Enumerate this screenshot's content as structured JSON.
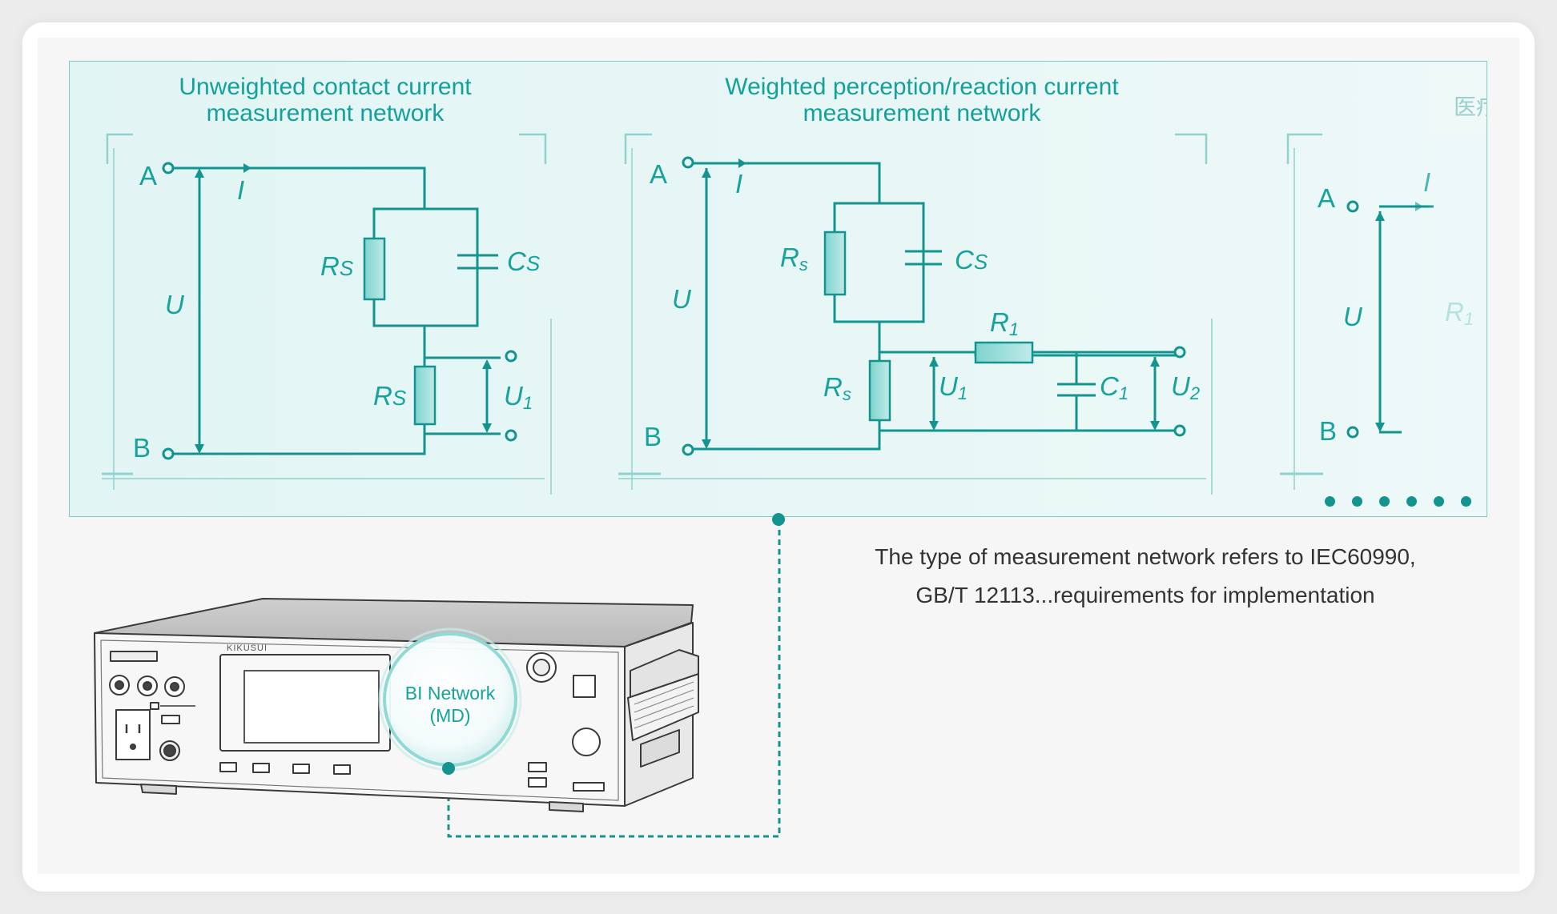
{
  "networks": [
    {
      "title_line1": "Unweighted contact current",
      "title_line2": "measurement network",
      "labels": {
        "a": "A",
        "b": "B",
        "i": "I",
        "u": "U",
        "rs_top": "R",
        "rs_top_sub": "S",
        "cs": "C",
        "cs_sub": "S",
        "rs_bottom": "R",
        "rs_bottom_sub": "S",
        "u1": "U",
        "u1_sub": "1"
      }
    },
    {
      "title_line1": "Weighted perception/reaction current",
      "title_line2": "measurement network",
      "labels": {
        "a": "A",
        "b": "B",
        "i": "I",
        "u": "U",
        "rs_top": "R",
        "rs_top_sub": "s",
        "cs": "C",
        "cs_sub": "S",
        "rs_bottom": "R",
        "rs_bottom_sub": "s",
        "r1": "R",
        "r1_sub": "1",
        "u1": "U",
        "u1_sub": "1",
        "c1": "C",
        "c1_sub": "1",
        "u2": "U",
        "u2_sub": "2"
      }
    },
    {
      "title_line1": "",
      "labels": {
        "a": "A",
        "b": "B",
        "i": "I",
        "u": "U",
        "r1": "R",
        "r1_sub": "1"
      }
    }
  ],
  "next_tab_label": "医疗",
  "carousel": {
    "count": 6,
    "active": 0
  },
  "description": {
    "line1": "The type of measurement network refers to IEC60990,",
    "line2": "GB/T 12113...requirements for implementation"
  },
  "instrument": {
    "brand": "KIKUSUI",
    "callout_line1": "BI Network",
    "callout_line2": "(MD)"
  },
  "colors": {
    "accent": "#17a29c",
    "wire": "#14948f",
    "panel_bg": "#e4f6f5",
    "panel_border": "#7ccbc7",
    "text_dark": "#333333"
  }
}
